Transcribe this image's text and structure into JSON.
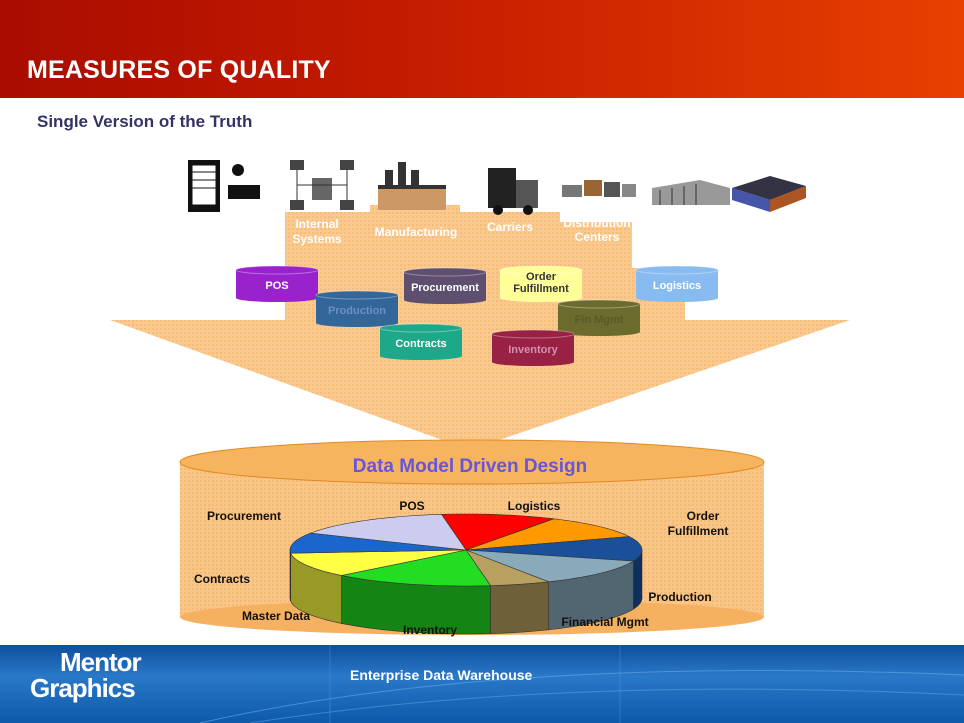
{
  "slide": {
    "title": "MEASURES OF QUALITY",
    "subtitle": "Single Version of the Truth"
  },
  "sources": {
    "labels": [
      "Internal Systems",
      "Manufacturing",
      "Carriers",
      "Distribution Centers"
    ],
    "icons": [
      "point-of-sale-icon",
      "network-icon",
      "factory-icon",
      "truck-icon",
      "forklift-icon",
      "warehouse-icon",
      "building-icon"
    ]
  },
  "databases": [
    {
      "name": "POS",
      "color": "#9922cc"
    },
    {
      "name": "Production",
      "color": "#336699"
    },
    {
      "name": "Procurement",
      "color": "#5e4f6e"
    },
    {
      "name": "Contracts",
      "color": "#1ea88a"
    },
    {
      "name": "Order Fulfillment",
      "color": "#ffff99"
    },
    {
      "name": "Fin Mgmt",
      "color": "#6b6b2e"
    },
    {
      "name": "Inventory",
      "color": "#992244"
    },
    {
      "name": "Logistics",
      "color": "#88bbf0"
    }
  ],
  "warehouse": {
    "title": "Data Model Driven Design"
  },
  "pie": {
    "slices": [
      {
        "label": "POS",
        "color": "#ff0000"
      },
      {
        "label": "Logistics",
        "color": "#ff9900"
      },
      {
        "label": "Order Fulfillment",
        "color": "#1a4f9a"
      },
      {
        "label": "Production",
        "color": "#88aabb"
      },
      {
        "label": "Financial Mgmt",
        "color": "#b8a060"
      },
      {
        "label": "Inventory",
        "color": "#22dd22"
      },
      {
        "label": "Master Data",
        "color": "#ffff44"
      },
      {
        "label": "Contracts",
        "color": "#1a66cc"
      },
      {
        "label": "Procurement",
        "color": "#ccccee"
      }
    ]
  },
  "footer": {
    "text": "Enterprise Data Warehouse",
    "logo_line1": "Mentor",
    "logo_line2": "Graphics"
  }
}
